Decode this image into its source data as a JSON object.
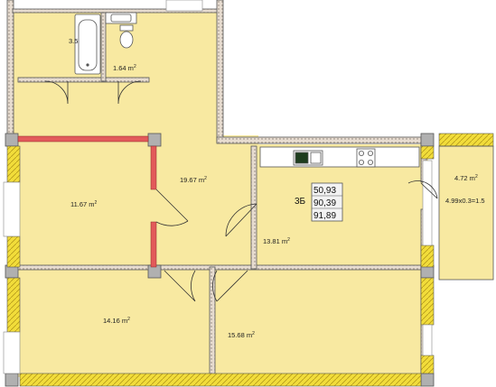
{
  "colors": {
    "floor": "#f8e9a1",
    "wall_yellow": "#f2dd3a",
    "wall_red": "#e25a5a",
    "outline": "#555555",
    "balcony": "#f8e9a1",
    "info_box": "#f3f3f3"
  },
  "rooms": {
    "bathroom": {
      "area_text": "3.5"
    },
    "wc": {
      "area_text": "1.64 m",
      "unit_sup": "2"
    },
    "hall": {
      "area_text": "19.67 m",
      "unit_sup": "2"
    },
    "bedroom_left": {
      "area_text": "11.67 m",
      "unit_sup": "2"
    },
    "kitchen": {
      "area_text": "13.81 m",
      "unit_sup": "2"
    },
    "bedroom_bottom_left": {
      "area_text": "14.16 m",
      "unit_sup": "2"
    },
    "bedroom_bottom_right": {
      "area_text": "15.68 m",
      "unit_sup": "2"
    },
    "balcony": {
      "area_text": "4.72 m",
      "unit_sup": "2",
      "calc_text": "4.99x0.3=1.5"
    }
  },
  "apartment": {
    "code": "3Б",
    "areas": [
      "50,93",
      "90,39",
      "91,89"
    ]
  }
}
